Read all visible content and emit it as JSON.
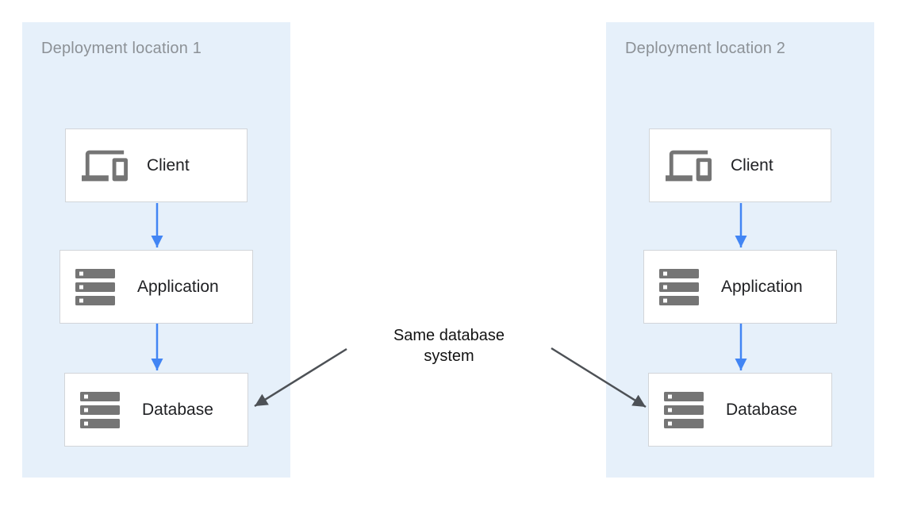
{
  "annotation": {
    "line1": "Same database",
    "line2": "system"
  },
  "locations": [
    {
      "title": "Deployment location 1",
      "nodes": [
        {
          "id": "client",
          "label": "Client",
          "icon": "devices-icon"
        },
        {
          "id": "application",
          "label": "Application",
          "icon": "server-stack-icon"
        },
        {
          "id": "database",
          "label": "Database",
          "icon": "server-stack-icon"
        }
      ]
    },
    {
      "title": "Deployment location 2",
      "nodes": [
        {
          "id": "client",
          "label": "Client",
          "icon": "devices-icon"
        },
        {
          "id": "application",
          "label": "Application",
          "icon": "server-stack-icon"
        },
        {
          "id": "database",
          "label": "Database",
          "icon": "server-stack-icon"
        }
      ]
    }
  ],
  "colors": {
    "panel_background": "#e6f0fa",
    "box_border": "#d2d5d9",
    "icon_gray": "#757575",
    "flow_arrow_blue": "#4285f4",
    "annotation_arrow_dark": "#4d5156",
    "panel_title_gray": "#8c9196",
    "node_label_dark": "#202124"
  }
}
